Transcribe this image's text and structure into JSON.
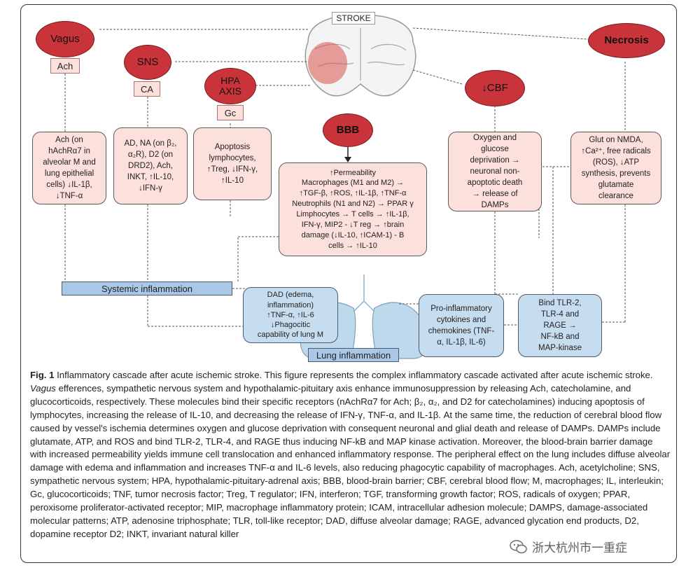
{
  "top_label": "STROKE",
  "ellipses": {
    "vagus": "Vagus",
    "sns": "SNS",
    "hpa": "HPA\nAXIS",
    "bbb": "BBB",
    "necrosis": "Necrosis",
    "cbf": "↓CBF"
  },
  "tags": {
    "ach": "Ach",
    "ca": "CA",
    "gc": "Gc"
  },
  "boxes": {
    "vagus_effects": "Ach (on\nhAchRα7 in\nalveolar M and\nlung epithelial\ncells) ↓IL-1β,\n↓TNF-α",
    "sns_effects": "AD, NA (on β₂,\nα₂R), D2 (on\nDRD2), Ach,\nINKT, ↑IL-10,\n↓IFN-γ",
    "hpa_effects": "Apoptosis\nlymphocytes,\n↑Treg, ↓IFN-γ,\n↑IL-10",
    "bbb_effects": "↑Permeability\nMacrophages (M1 and M2) →\n↑TGF-β, ↑ROS, ↑IL-1β, ↑TNF-α\nNeutrophils (N1 and N2) → PPAR γ\nLimphocytes → T cells → ↑IL-1β,\nIFN-γ, MIP2 - ↓T reg → ↑brain\ndamage (↓IL-10, ↑ICAM-1) - B\ncells → ↑IL-10",
    "cbf_effects": "Oxygen and\nglucose\ndeprivation →\nneuronal non-\napoptotic death\n→ release of\nDAMPs",
    "necrosis_effects": "Glut on NMDA,\n↑Ca²⁺, free radicals\n(ROS), ↓ATP\nsynthesis, prevents\nglutamate\nclearance",
    "dad": "DAD (edema,\ninflammation)\n↑TNF-α, ↑IL-6\n↓Phagocitic\ncapability of lung M",
    "cytokines": "Pro-inflammatory\ncytokines and\nchemokines (TNF-\nα, IL-1β, IL-6)",
    "tlr": "Bind TLR-2,\nTLR-4 and\nRAGE →\nNF-kB and\nMAP-kinase"
  },
  "bars": {
    "systemic": "Systemic inflammation",
    "lung": "Lung inflammation"
  },
  "caption": {
    "fig_label": "Fig. 1",
    "part1": " Inflammatory cascade after acute ischemic stroke. This figure represents the complex inflammatory cascade activated after acute ischemic stroke. ",
    "vagus_italic": "Vagus",
    "part2": " efferences, sympathetic nervous system and hypothalamic-pituitary axis enhance immunosuppression by releasing Ach, catecholamine, and glucocorticoids, respectively. These molecules bind their specific receptors (nAchRα7 for Ach; β₂, α₂, and D2 for catecholamines) inducing apoptosis of lymphocytes, increasing the release of IL-10, and decreasing the release of IFN-γ, TNF-α, and IL-1β. At the same time, the reduction of cerebral blood flow caused by vessel's ischemia determines oxygen and glucose deprivation with consequent neuronal and glial death and release of DAMPs. DAMPs include glutamate, ATP, and ROS and bind TLR-2, TLR-4, and RAGE thus inducing NF-kB and MAP kinase activation. Moreover, the blood-brain barrier damage with increased permeability yields immune cell translocation and enhanced inflammatory response. The peripheral effect on the lung includes diffuse alveolar damage with edema and inflammation and increases TNF-α and IL-6 levels, also reducing phagocytic capability of macrophages. Ach, acetylcholine; SNS, sympathetic nervous system; HPA, hypothalamic-pituitary-adrenal axis; BBB, blood-brain barrier; CBF, cerebral blood flow; M, macrophages; IL, interleukin; Gc, glucocorticoids; TNF, tumor necrosis factor; Treg, T regulator; IFN, interferon; TGF, transforming growth factor; ROS, radicals of oxygen; PPAR, peroxisome proliferator-activated receptor; MIP, macrophage inflammatory protein; ICAM, intracellular adhesion molecule; DAMPS, damage-associated molecular patterns; ATP, adenosine triphosphate; TLR, toll-like receptor; DAD, diffuse alveolar damage; RAGE, advanced glycation end products, D2, dopamine receptor D2; INKT, invariant natural killer"
  },
  "watermark": "浙大杭州市一重症",
  "colors": {
    "ellipse_red": "#c9343a",
    "pink_box": "#fbe0dc",
    "blue_box": "#c6dcef",
    "blue_bar": "#a9c8e8"
  }
}
